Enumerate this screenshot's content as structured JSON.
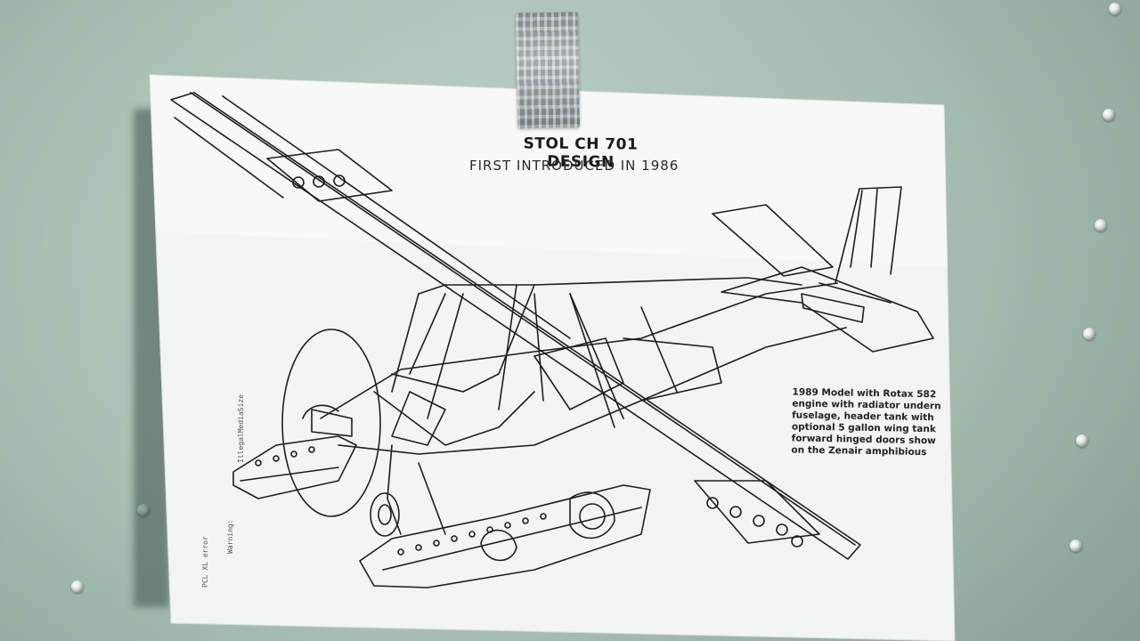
{
  "poster": {
    "title": "STOL CH 701 DESIGN",
    "subtitle": "FIRST INTRODUCED IN 1986",
    "caption_lines": [
      "1989 Model with Rotax 582",
      "engine with radiator undern",
      "fuselage, header tank with",
      "optional 5 gallon wing tank",
      "forward hinged doors show",
      "on the Zenair amphibious"
    ],
    "side_notes": [
      "PCL XL error",
      "Warning:",
      "IllegalMediaSize"
    ]
  },
  "colors": {
    "wall": "#a7bfb2",
    "paper": "#f4f6f4",
    "ink": "#1c1f1c"
  }
}
